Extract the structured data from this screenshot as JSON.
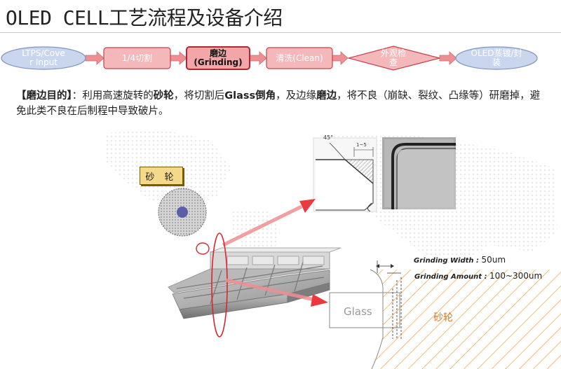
{
  "header": {
    "title": "OLED CELL工艺流程及设备介绍"
  },
  "flow": [
    {
      "id": "ltps",
      "line1": "LTPS/Cove",
      "line2": "r Input"
    },
    {
      "id": "cut",
      "line1": "1/4切割",
      "line2": ""
    },
    {
      "id": "grind",
      "line1": "磨边",
      "line2": "(Grinding)"
    },
    {
      "id": "clean",
      "line1": "清洗(Clean)",
      "line2": ""
    },
    {
      "id": "inspect",
      "line1": "外观检",
      "line2": "查"
    },
    {
      "id": "encap",
      "line1": "OLED蒸镀/封",
      "line2": "装"
    }
  ],
  "description": {
    "bracket_label": "【磨边目的】",
    "colon": "：",
    "p1": "利用高速旋转的",
    "k1": "砂轮",
    "p2": "，将切割后",
    "k2": "Glass倒角",
    "p3": "，及边缘",
    "k3": "磨边",
    "p4": "，将不良（崩缺、裂纹、凸缘等）研磨掉，避免此类不良在后制程中导致破片。"
  },
  "figure": {
    "wheel_label": "砂 轮",
    "angle_label": "45°",
    "dim_label": "1~5",
    "grinding_width_label": "Grinding Width :",
    "grinding_width_value": "50um",
    "grinding_amount_label": "Grinding Amount :",
    "grinding_amount_value": "100~300um",
    "glass_label": "Glass",
    "wheel_text": "砂轮"
  },
  "colors": {
    "node_red_fill": "#f4b8bb",
    "node_red_stroke": "#c8404a",
    "node_blue_fill": "#c9d6ee",
    "node_blue_stroke": "#7f94c2",
    "arrow_fill": "#ee8f93",
    "accent_red": "#d9262e",
    "wheel_orange": "#e07a2e"
  }
}
